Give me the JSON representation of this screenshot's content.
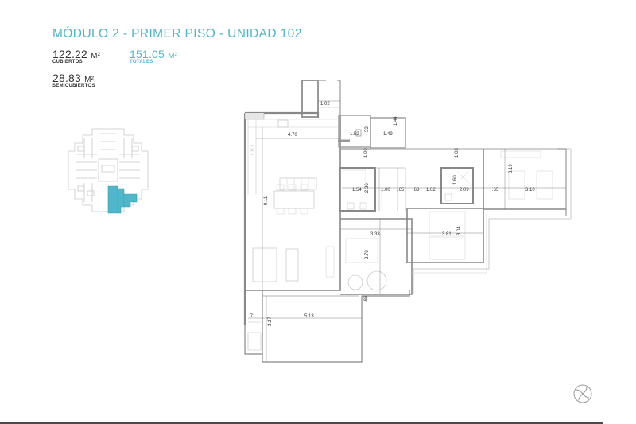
{
  "header": {
    "title": "MÓDULO 2 - PRIMER PISO - UNIDAD 102",
    "accent_color": "#4fb7c9"
  },
  "areas": {
    "cubiertos": {
      "value": "122.22",
      "unit": "M²",
      "label": "CUBIERTOS"
    },
    "totales": {
      "value": "151.05",
      "unit": "M²",
      "label": "TOTALES"
    },
    "semicubiertos": {
      "value": "28.83",
      "unit": "M²",
      "label": "SEMICUBIERTOS"
    }
  },
  "keyplan": {
    "highlight_color": "#4fb7c9",
    "icon": "building-keyplan-icon"
  },
  "floorplan": {
    "dimensions": {
      "d_102": "1.02",
      "d_470": "4.70",
      "d_152": "1.52",
      "d_053": "53",
      "d_149": "1.49",
      "d_144": "1.44",
      "d_100v": "1.00",
      "d_103": "1.03",
      "d_911": "9.11",
      "d_154": "1.54",
      "d_236": "2.36",
      "d_100": "1.00",
      "d_065a": ".65",
      "d_063": ".63",
      "d_102b": "1.02",
      "d_160": "1.60",
      "d_209": "2.09",
      "d_065b": ".65",
      "d_319": "3.19",
      "d_310": "3.10",
      "d_333": "3.33",
      "d_378": "3.78",
      "d_381": "3.81",
      "d_304": "3.04",
      "d_071": ".71",
      "d_513": "5.13",
      "d_327": "3.27",
      "d_086": ".86"
    }
  },
  "footer": {
    "logo_icon": "brand-knot-icon",
    "bar_color": "#4a4a4a"
  }
}
